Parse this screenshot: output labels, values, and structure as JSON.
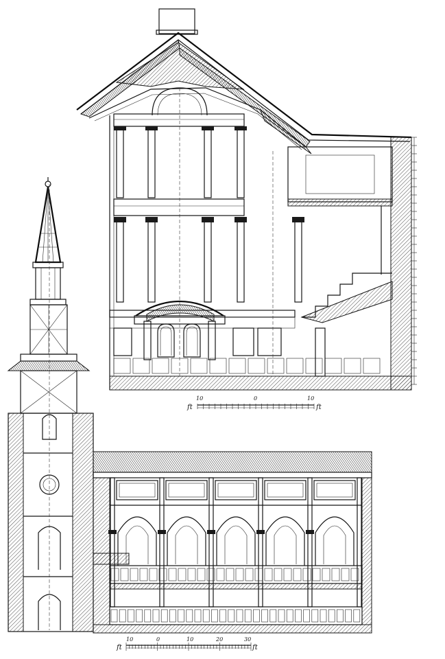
{
  "upper_scale": {
    "left": "10",
    "mid": "0",
    "right": "10",
    "unit": "ft"
  },
  "lower_scale": {
    "ticks": [
      "10",
      "0",
      "10",
      "20",
      "30"
    ],
    "unit": "ft"
  }
}
